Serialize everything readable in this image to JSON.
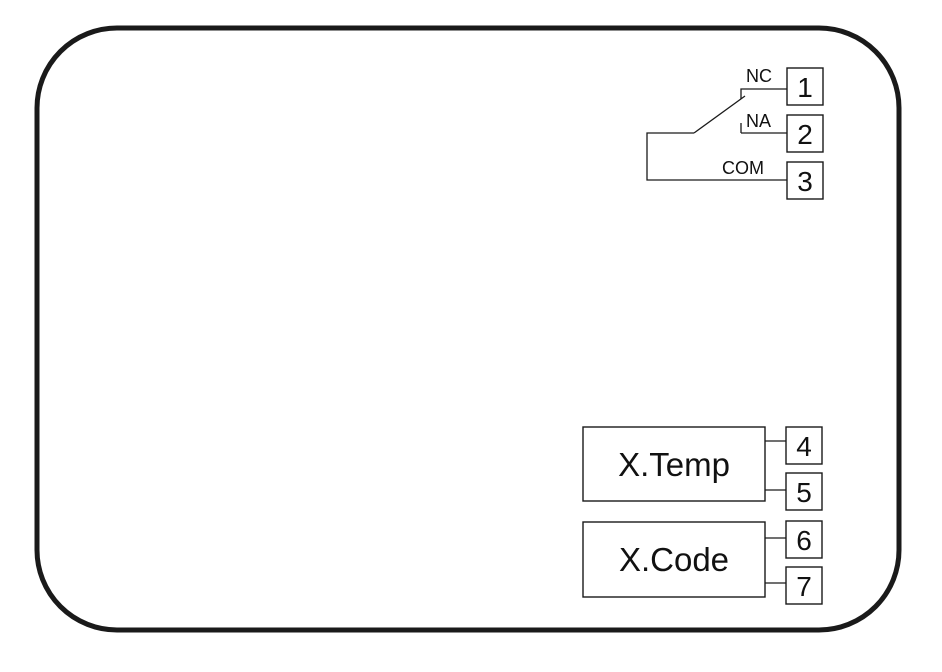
{
  "relay": {
    "contacts": [
      {
        "label": "NC",
        "terminal": "1"
      },
      {
        "label": "NA",
        "terminal": "2"
      },
      {
        "label": "COM",
        "terminal": "3"
      }
    ]
  },
  "inputs": [
    {
      "label": "X.Temp",
      "terminals": [
        "4",
        "5"
      ]
    },
    {
      "label": "X.Code",
      "terminals": [
        "6",
        "7"
      ]
    }
  ]
}
